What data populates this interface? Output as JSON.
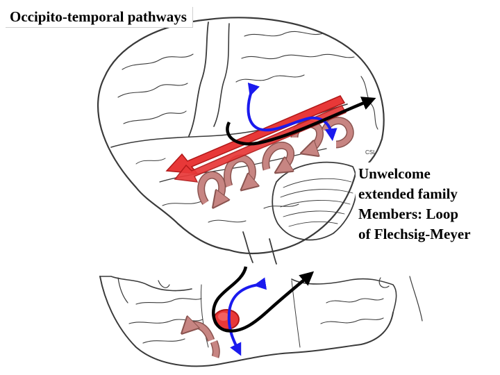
{
  "title": "Occipito-temporal pathways",
  "caption": {
    "lines": [
      "Unwelcome",
      "extended family",
      "Members: Loop",
      "of Flechsig-Meyer"
    ]
  },
  "artist_initials": "CSL",
  "colors": {
    "pathway_red": "#e83838",
    "pathway_red_dark": "#b01818",
    "arc_mauve": "#c78582",
    "arc_mauve_dark": "#8a5450",
    "blue_path": "#1a1aee",
    "black_path": "#000000",
    "sketch_ink": "#3a3a3a"
  },
  "icons": [
    "brain-lateral-sketch",
    "brain-basal-sketch"
  ]
}
